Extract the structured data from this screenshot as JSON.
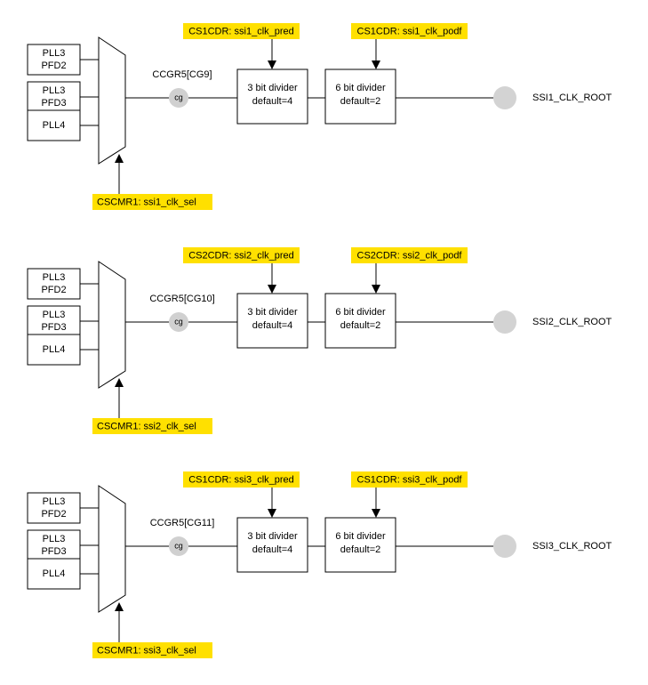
{
  "colors": {
    "highlight": "#FFE000",
    "gate_fill": "#D0D0D0",
    "root_fill": "#D3D3D3",
    "line": "#000000"
  },
  "icons": {
    "mux": "trapezoid-mux-icon",
    "gate": "circle-gate-icon",
    "root": "circle-root-icon"
  },
  "blocks": [
    {
      "inputs": [
        {
          "line1": "PLL3",
          "line2": "PFD2",
          "index": "0"
        },
        {
          "line1": "PLL3",
          "line2": "PFD3",
          "index": "1"
        },
        {
          "line1": "PLL4",
          "line2": "",
          "index": "2"
        }
      ],
      "gate_reg": "CCGR5[CG9]",
      "gate_label": "cg",
      "pred": {
        "line1": "3 bit divider",
        "line2": "default=4",
        "reg": "CS1CDR: ssi1_clk_pred"
      },
      "podf": {
        "line1": "6 bit divider",
        "line2": "default=2",
        "reg": "CS1CDR: ssi1_clk_podf"
      },
      "sel_reg": "CSCMR1: ssi1_clk_sel",
      "root": "SSI1_CLK_ROOT"
    },
    {
      "inputs": [
        {
          "line1": "PLL3",
          "line2": "PFD2",
          "index": "0"
        },
        {
          "line1": "PLL3",
          "line2": "PFD3",
          "index": "1"
        },
        {
          "line1": "PLL4",
          "line2": "",
          "index": "2"
        }
      ],
      "gate_reg": "CCGR5[CG10]",
      "gate_label": "cg",
      "pred": {
        "line1": "3 bit divider",
        "line2": "default=4",
        "reg": "CS2CDR: ssi2_clk_pred"
      },
      "podf": {
        "line1": "6 bit divider",
        "line2": "default=2",
        "reg": "CS2CDR: ssi2_clk_podf"
      },
      "sel_reg": "CSCMR1: ssi2_clk_sel",
      "root": "SSI2_CLK_ROOT"
    },
    {
      "inputs": [
        {
          "line1": "PLL3",
          "line2": "PFD2",
          "index": "0"
        },
        {
          "line1": "PLL3",
          "line2": "PFD3",
          "index": "1"
        },
        {
          "line1": "PLL4",
          "line2": "",
          "index": "2"
        }
      ],
      "gate_reg": "CCGR5[CG11]",
      "gate_label": "cg",
      "pred": {
        "line1": "3 bit divider",
        "line2": "default=4",
        "reg": "CS1CDR: ssi3_clk_pred"
      },
      "podf": {
        "line1": "6 bit divider",
        "line2": "default=2",
        "reg": "CS1CDR: ssi3_clk_podf"
      },
      "sel_reg": "CSCMR1: ssi3_clk_sel",
      "root": "SSI3_CLK_ROOT"
    }
  ]
}
